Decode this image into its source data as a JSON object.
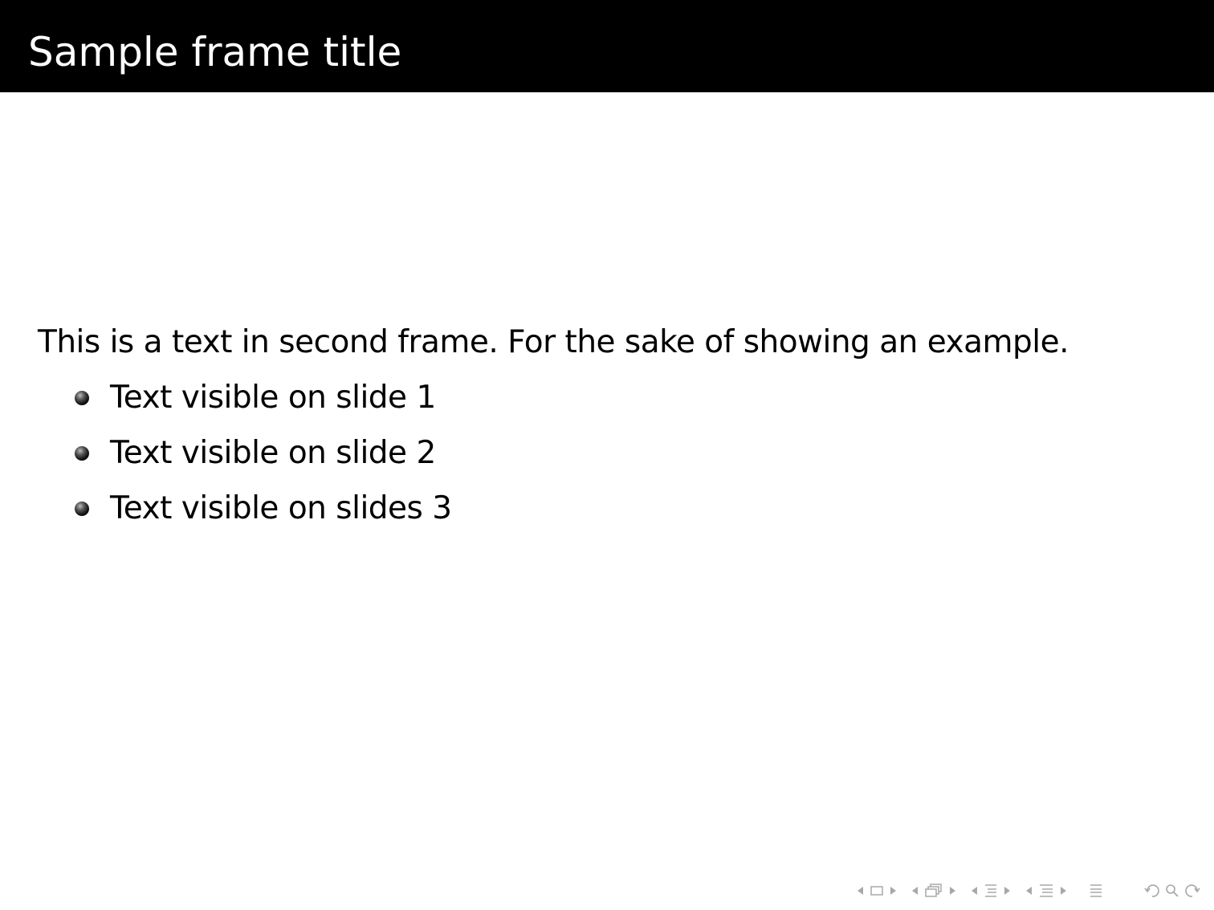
{
  "frame": {
    "title": "Sample frame title"
  },
  "content": {
    "intro": "This is a text in second frame.  For the sake of showing an example.",
    "items": [
      {
        "label": "Text visible on slide 1"
      },
      {
        "label": "Text visible on slide 2"
      },
      {
        "label": "Text visible on slides 3"
      }
    ]
  },
  "navigation": {
    "icons": [
      "prev-frame-arrow-icon",
      "frame-box-icon",
      "next-frame-arrow-icon",
      "prev-slide-arrow-icon",
      "slide-stack-icon",
      "next-slide-arrow-icon",
      "prev-subsection-arrow-icon",
      "subsection-icon",
      "next-subsection-arrow-icon",
      "prev-section-arrow-icon",
      "section-icon",
      "next-section-arrow-icon",
      "appendix-icon",
      "back-icon",
      "search-icon",
      "forward-icon"
    ],
    "color": "#a8a8a8"
  },
  "colors": {
    "title_bar": "#000000",
    "title_text": "#ffffff",
    "body_text": "#000000",
    "background": "#ffffff"
  }
}
